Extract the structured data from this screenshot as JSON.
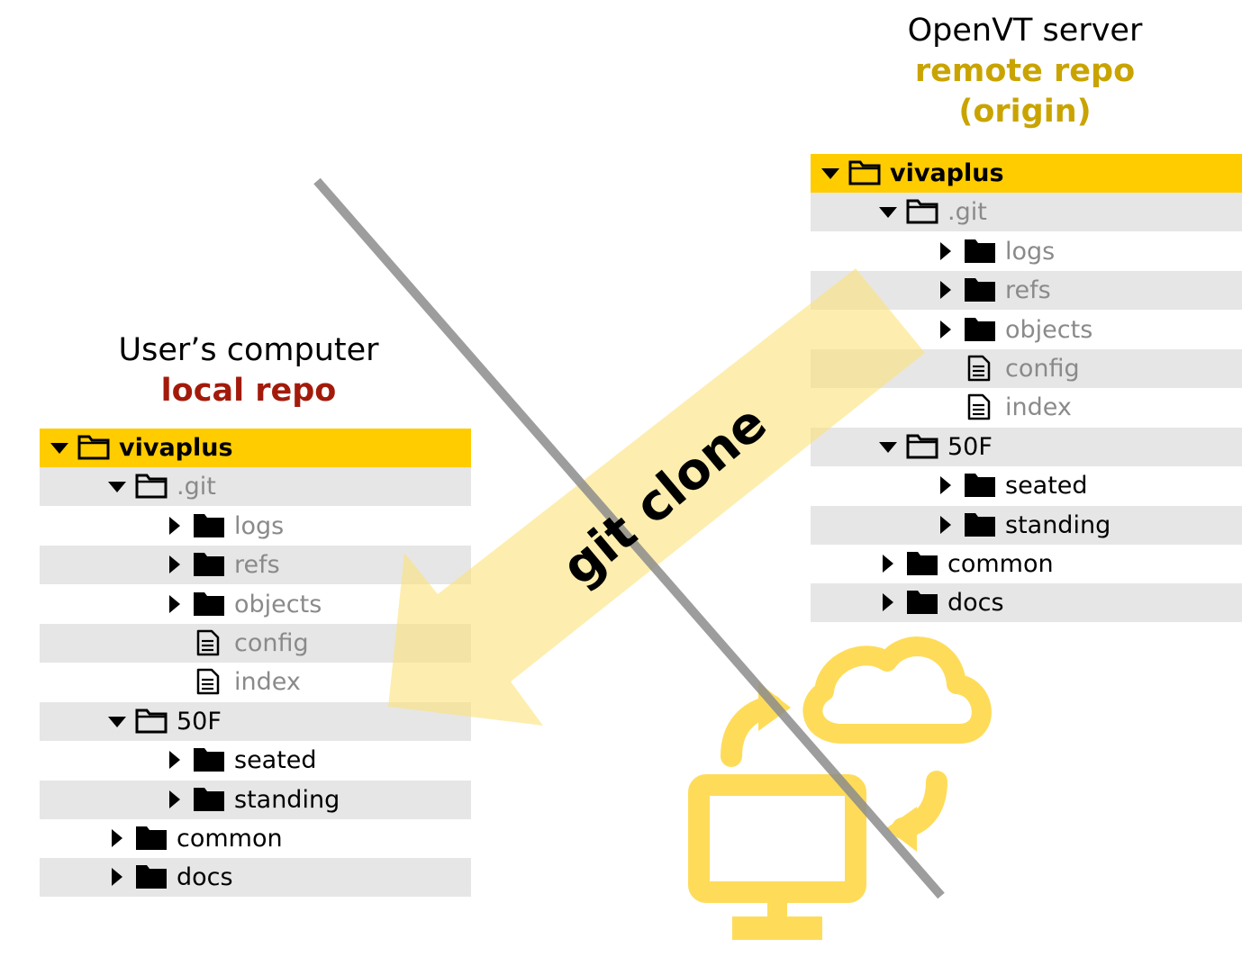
{
  "remote": {
    "heading": "OpenVT server",
    "subheading_1": "remote repo",
    "subheading_2": "(origin)",
    "accent": "#c9a400",
    "tree": [
      {
        "label": "vivaplus",
        "depth": 0,
        "kind": "open-folder",
        "expander": "down",
        "style": "root"
      },
      {
        "label": ".git",
        "depth": 1,
        "kind": "open-folder",
        "expander": "down",
        "style": "grey"
      },
      {
        "label": "logs",
        "depth": 2,
        "kind": "folder",
        "expander": "right",
        "style": "grey"
      },
      {
        "label": "refs",
        "depth": 2,
        "kind": "folder",
        "expander": "right",
        "style": "grey"
      },
      {
        "label": "objects",
        "depth": 2,
        "kind": "folder",
        "expander": "right",
        "style": "grey"
      },
      {
        "label": "config",
        "depth": 2,
        "kind": "file",
        "expander": "none",
        "style": "grey"
      },
      {
        "label": "index",
        "depth": 2,
        "kind": "file",
        "expander": "none",
        "style": "grey"
      },
      {
        "label": "50F",
        "depth": 1,
        "kind": "open-folder",
        "expander": "down",
        "style": "dark"
      },
      {
        "label": "seated",
        "depth": 2,
        "kind": "folder",
        "expander": "right",
        "style": "dark"
      },
      {
        "label": "standing",
        "depth": 2,
        "kind": "folder",
        "expander": "right",
        "style": "dark"
      },
      {
        "label": "common",
        "depth": 1,
        "kind": "folder",
        "expander": "right",
        "style": "dark"
      },
      {
        "label": "docs",
        "depth": 1,
        "kind": "folder",
        "expander": "right",
        "style": "dark"
      }
    ]
  },
  "local": {
    "heading": "User’s computer",
    "subheading_1": "local repo",
    "accent": "#a31a0b",
    "tree": [
      {
        "label": "vivaplus",
        "depth": 0,
        "kind": "open-folder",
        "expander": "down",
        "style": "root"
      },
      {
        "label": ".git",
        "depth": 1,
        "kind": "open-folder",
        "expander": "down",
        "style": "grey"
      },
      {
        "label": "logs",
        "depth": 2,
        "kind": "folder",
        "expander": "right",
        "style": "grey"
      },
      {
        "label": "refs",
        "depth": 2,
        "kind": "folder",
        "expander": "right",
        "style": "grey"
      },
      {
        "label": "objects",
        "depth": 2,
        "kind": "folder",
        "expander": "right",
        "style": "grey"
      },
      {
        "label": "config",
        "depth": 2,
        "kind": "file",
        "expander": "none",
        "style": "grey"
      },
      {
        "label": "index",
        "depth": 2,
        "kind": "file",
        "expander": "none",
        "style": "grey"
      },
      {
        "label": "50F",
        "depth": 1,
        "kind": "open-folder",
        "expander": "down",
        "style": "dark"
      },
      {
        "label": "seated",
        "depth": 2,
        "kind": "folder",
        "expander": "right",
        "style": "dark"
      },
      {
        "label": "standing",
        "depth": 2,
        "kind": "folder",
        "expander": "right",
        "style": "dark"
      },
      {
        "label": "common",
        "depth": 1,
        "kind": "folder",
        "expander": "right",
        "style": "dark"
      },
      {
        "label": "docs",
        "depth": 1,
        "kind": "folder",
        "expander": "right",
        "style": "dark"
      }
    ]
  },
  "arrow_label": "git clone",
  "colors": {
    "root_row": "#ffcc00",
    "shaded_row": "#e6e6e6",
    "arrow_fill": "#fbe27a",
    "divider": "#8c8c8c",
    "sync_icon": "#fedc5a"
  },
  "icons": {
    "sync_illustration": "computer-cloud-sync-icon"
  }
}
